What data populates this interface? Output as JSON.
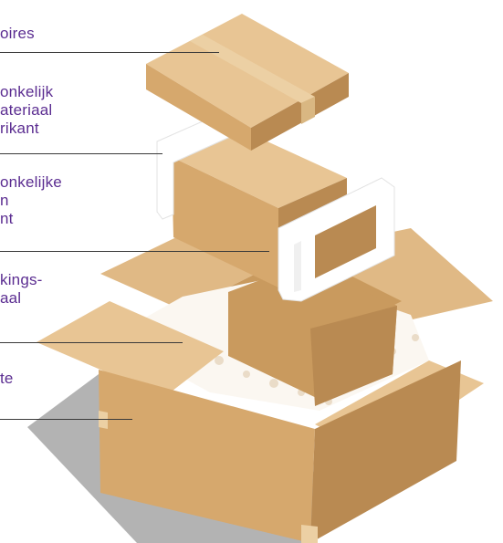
{
  "colors": {
    "label_text": "#5b2d91",
    "leader_line": "#3a3a3a",
    "cardboard_light": "#e8c594",
    "cardboard_mid": "#d6a86d",
    "cardboard_dark": "#b98a52",
    "tape": "#ecd0a4",
    "foam": "#ffffff",
    "shadow": "#b3b3b3"
  },
  "labels": [
    {
      "id": "lid",
      "text": "oires"
    },
    {
      "id": "manufacturer-packaging",
      "text": "onkelijk\nateriaal\nrikant"
    },
    {
      "id": "original-box",
      "text": "onkelijke\nn\nnt"
    },
    {
      "id": "filler-material",
      "text": "kings-\naal"
    },
    {
      "id": "outer-box",
      "text": "te"
    }
  ]
}
